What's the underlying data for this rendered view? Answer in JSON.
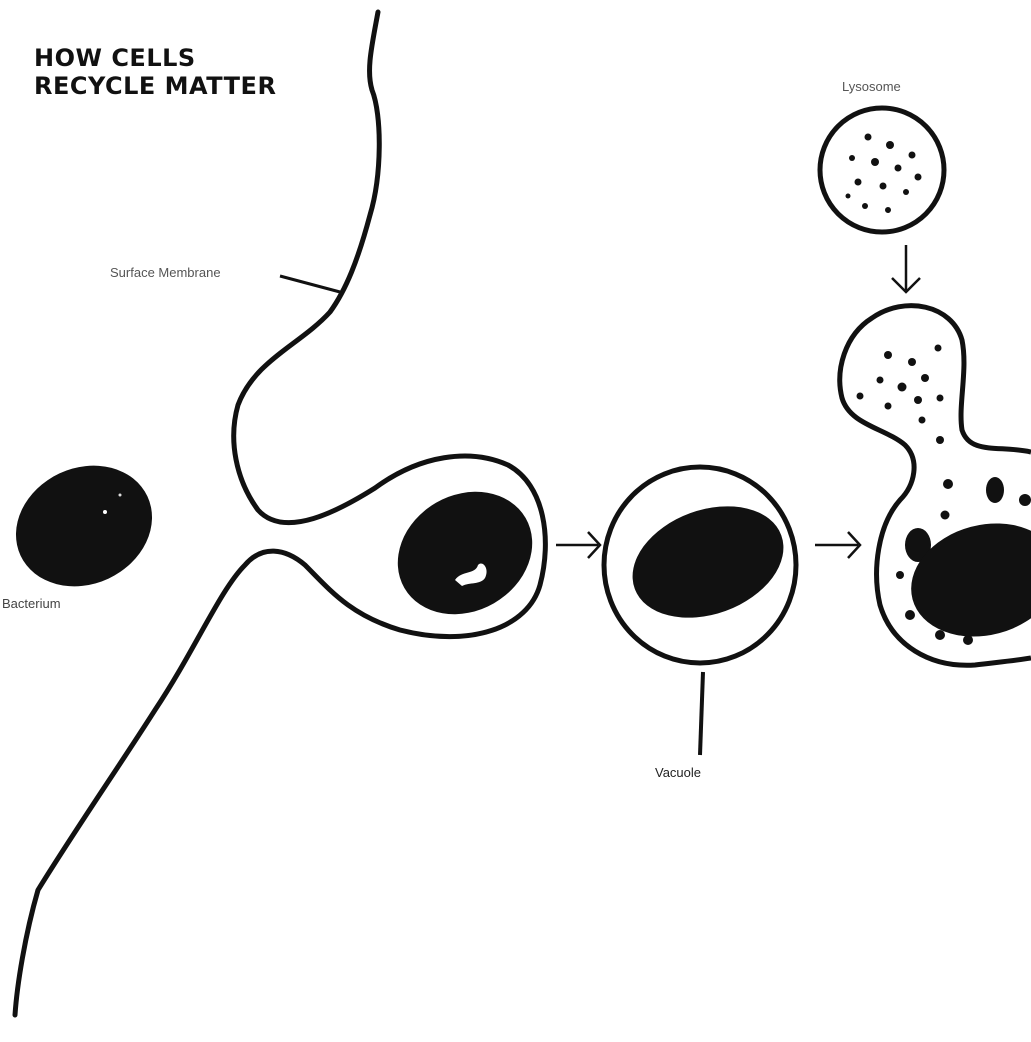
{
  "title": {
    "line1": "HOW CELLS",
    "line2": "RECYCLE MATTER"
  },
  "labels": {
    "surface_membrane": "Surface Membrane",
    "bacterium": "Bacterium",
    "vacuole": "Vacuole",
    "lysosome": "Lysosome"
  },
  "colors": {
    "ink": "#111111",
    "background": "#ffffff"
  }
}
